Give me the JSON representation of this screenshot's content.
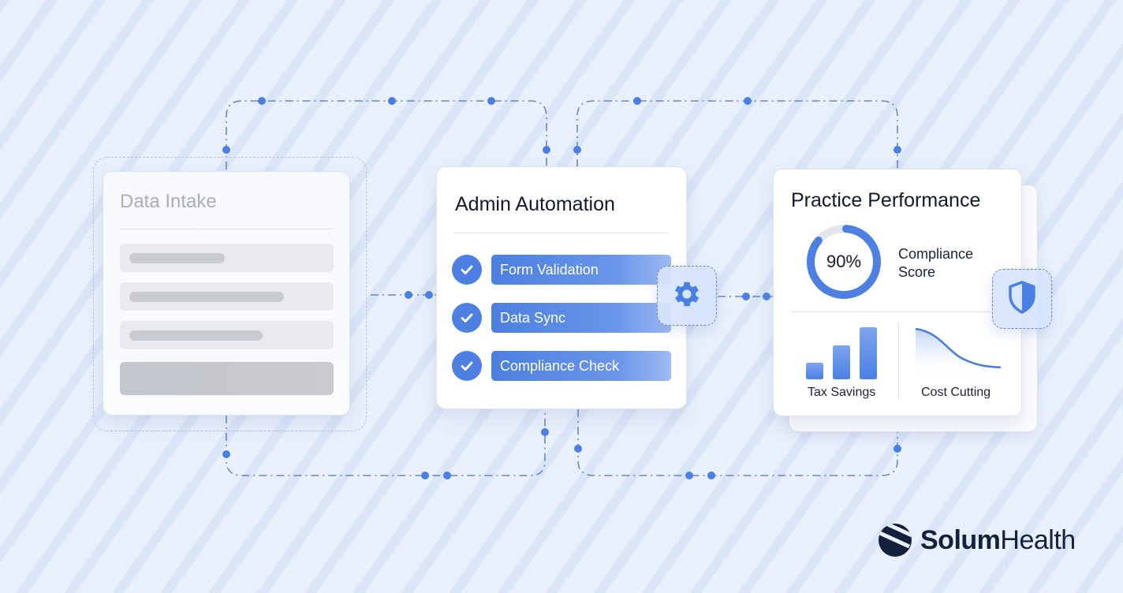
{
  "diagram": {
    "nodes": {
      "data_intake": {
        "title": "Data Intake",
        "placeholder_rows": 3,
        "state": "inactive"
      },
      "admin_automation": {
        "title": "Admin Automation",
        "tasks": [
          {
            "label": "Form Validation",
            "status": "checked"
          },
          {
            "label": "Data Sync",
            "status": "checked"
          },
          {
            "label": "Compliance Check",
            "status": "checked"
          }
        ],
        "badge_icon": "gear-icon"
      },
      "practice_performance": {
        "title": "Practice Performance",
        "gauge": {
          "value": 90,
          "display": "90%",
          "label_line1": "Compliance",
          "label_line2": "Score"
        },
        "tax_savings": {
          "label": "Tax Savings",
          "bars": [
            1,
            2,
            3
          ]
        },
        "cost_cutting": {
          "label": "Cost Cutting",
          "trend": "decreasing"
        },
        "badge_icon": "shield-icon"
      }
    },
    "edges": [
      {
        "from": "data_intake",
        "to": "admin_automation",
        "style": "dash-dot"
      },
      {
        "from": "admin_automation",
        "to": "practice_performance",
        "style": "dash-dot"
      }
    ]
  },
  "brand": {
    "name_bold": "Solum",
    "name_light": "Health"
  },
  "colors": {
    "accent": "#4d80e2",
    "background": "#e9f0fc",
    "text_dark": "#121a2b",
    "inactive_text": "#a9adb5",
    "logo": "#14213d"
  }
}
